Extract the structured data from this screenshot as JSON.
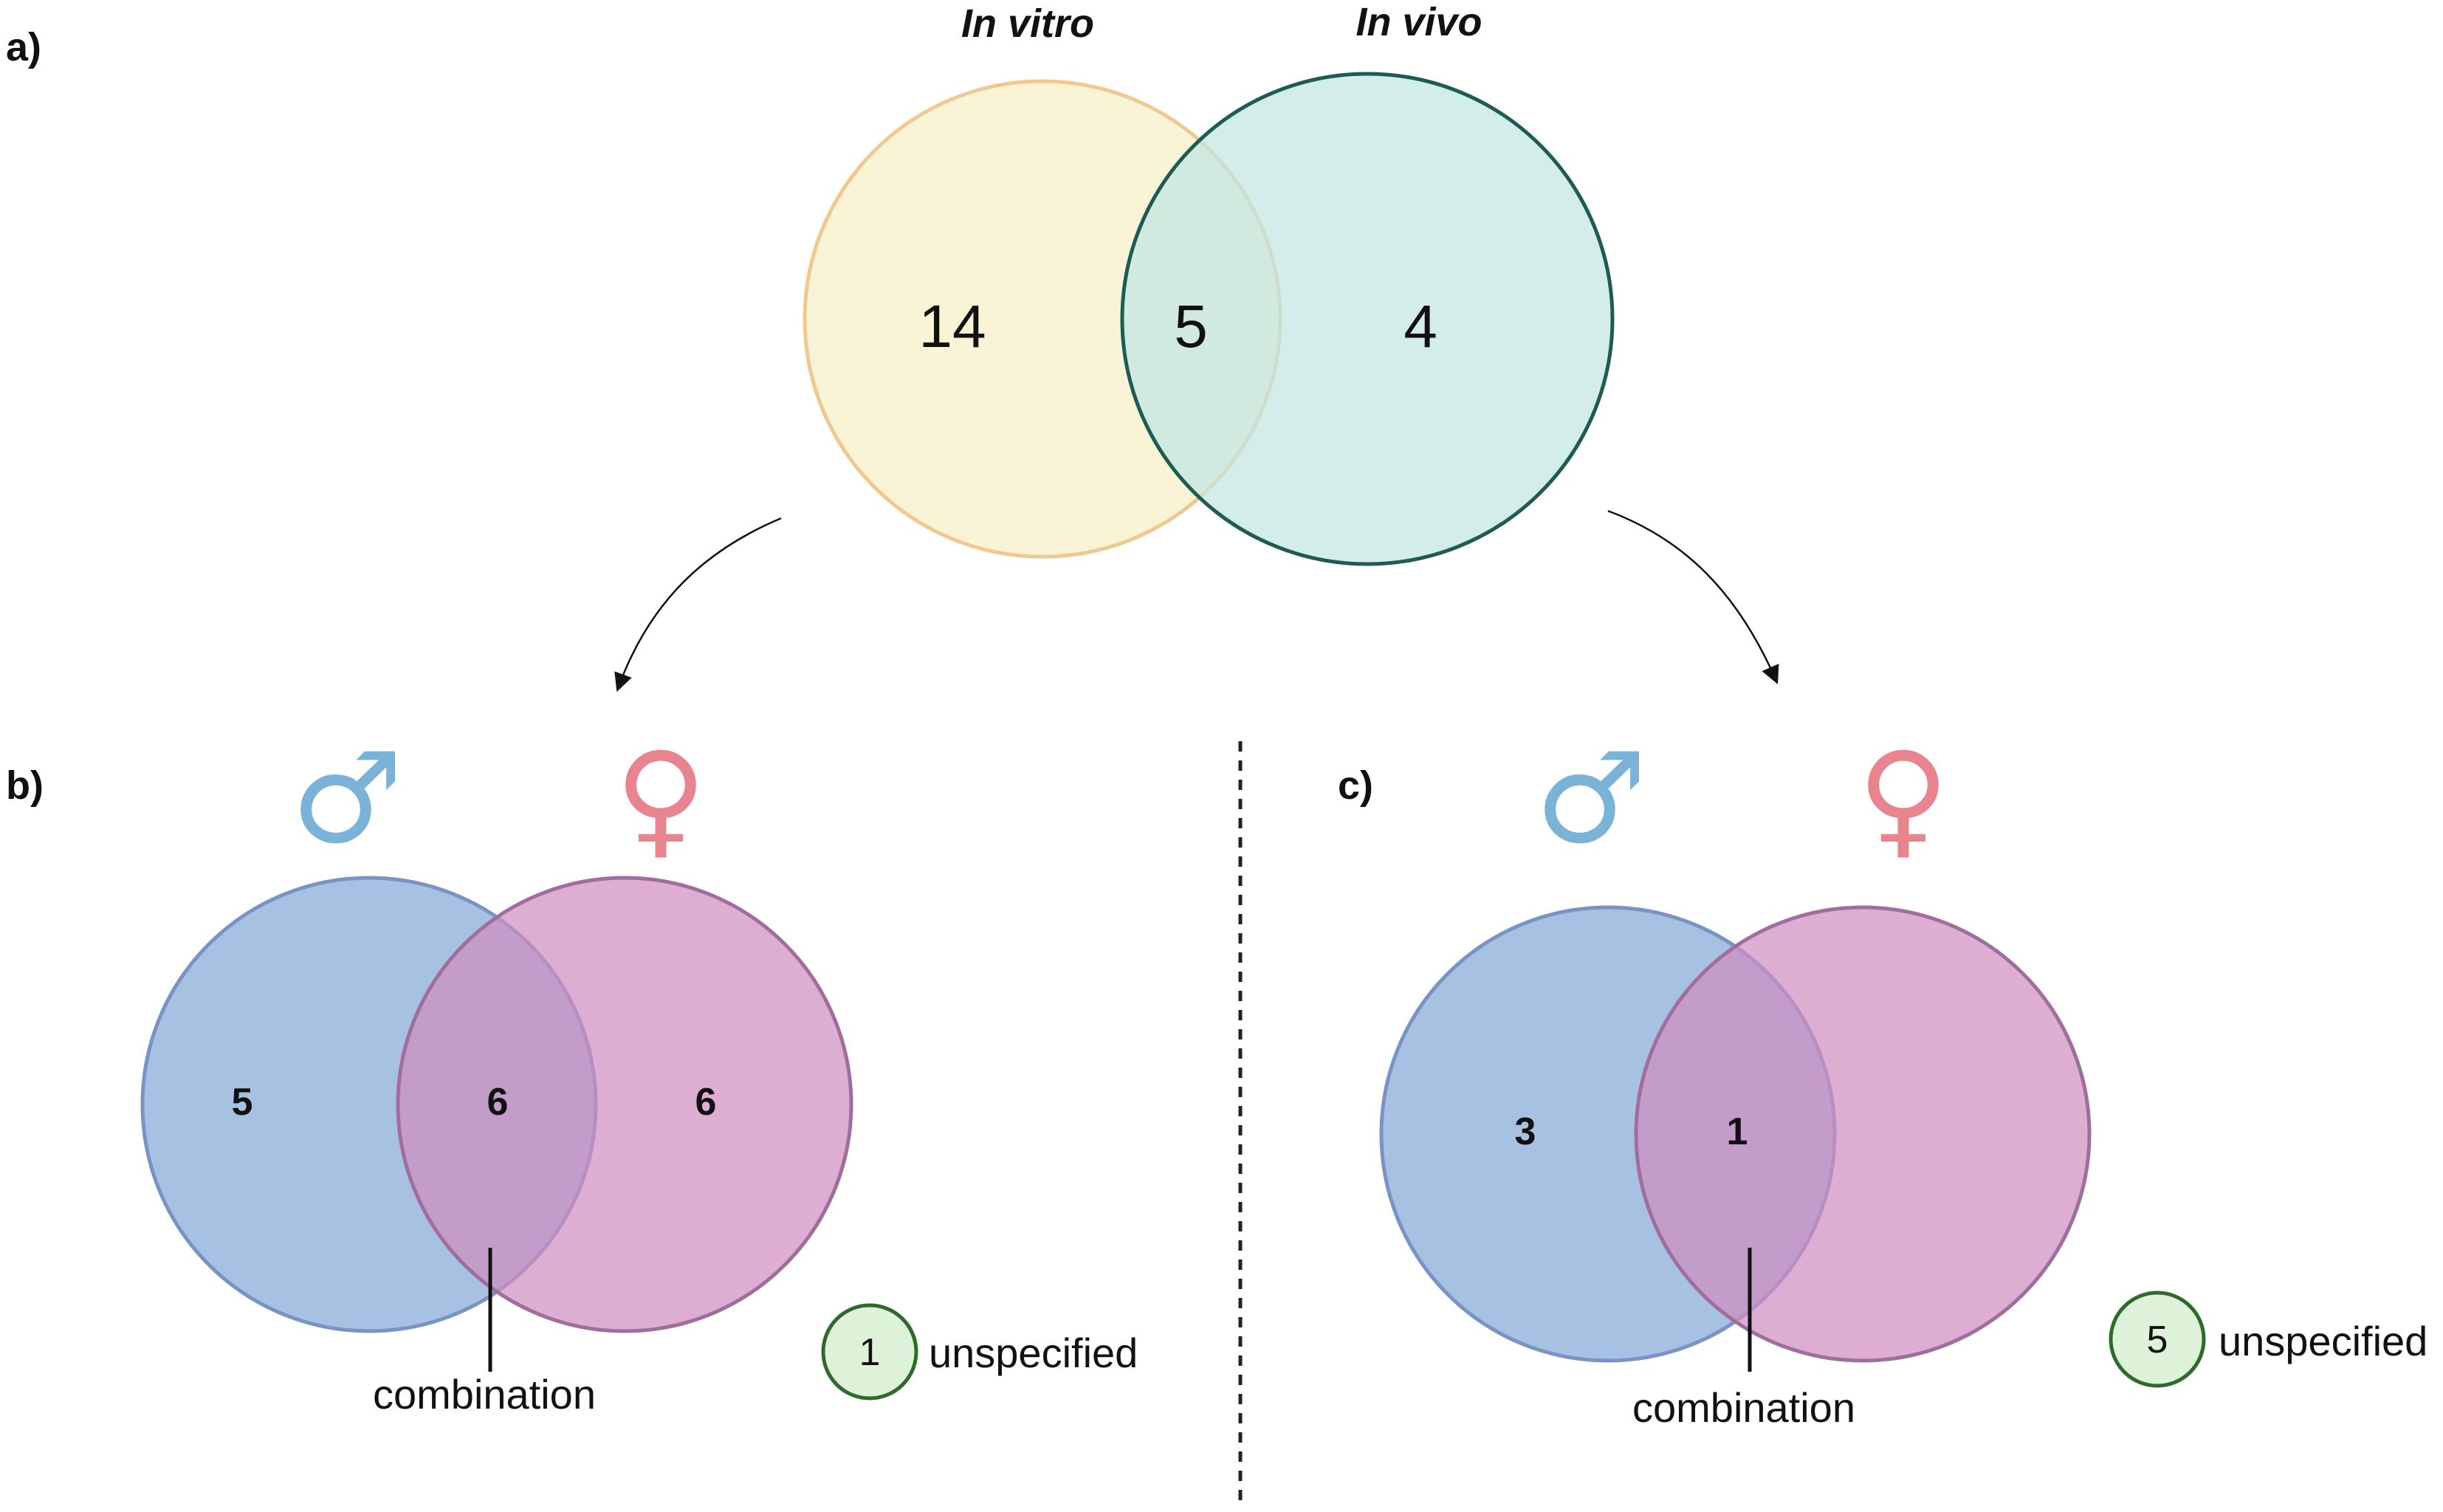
{
  "panels": {
    "a": {
      "label": "a)",
      "left_set": "In vitro",
      "right_set": "In vivo",
      "left_only": "14",
      "overlap": "5",
      "right_only": "4"
    },
    "b": {
      "label": "b)",
      "male_symbol": "♂",
      "female_symbol": "♀",
      "male_only": "5",
      "overlap": "6",
      "female_only": "6",
      "overlap_caption": "combination",
      "unspecified_count": "1",
      "unspecified_label": "unspecified"
    },
    "c": {
      "label": "c)",
      "male_symbol": "♂",
      "female_symbol": "♀",
      "male_only": "3",
      "overlap": "1",
      "overlap_caption": "combination",
      "unspecified_count": "5",
      "unspecified_label": "unspecified"
    }
  },
  "colors": {
    "in_vitro_fill": "#F8F0C8",
    "in_vitro_stroke": "#F0C890",
    "in_vivo_fill": "#C0E6E2",
    "in_vivo_stroke": "#1E5C52",
    "male_fill": "#8AACD8",
    "male_stroke": "#7A92C4",
    "female_fill": "#D08EC0",
    "female_stroke": "#A06E9C",
    "male_symbol": "#7AB2D8",
    "female_symbol": "#E8848E",
    "badge_fill": "#DDF2D8",
    "badge_stroke": "#2E6B2A"
  }
}
